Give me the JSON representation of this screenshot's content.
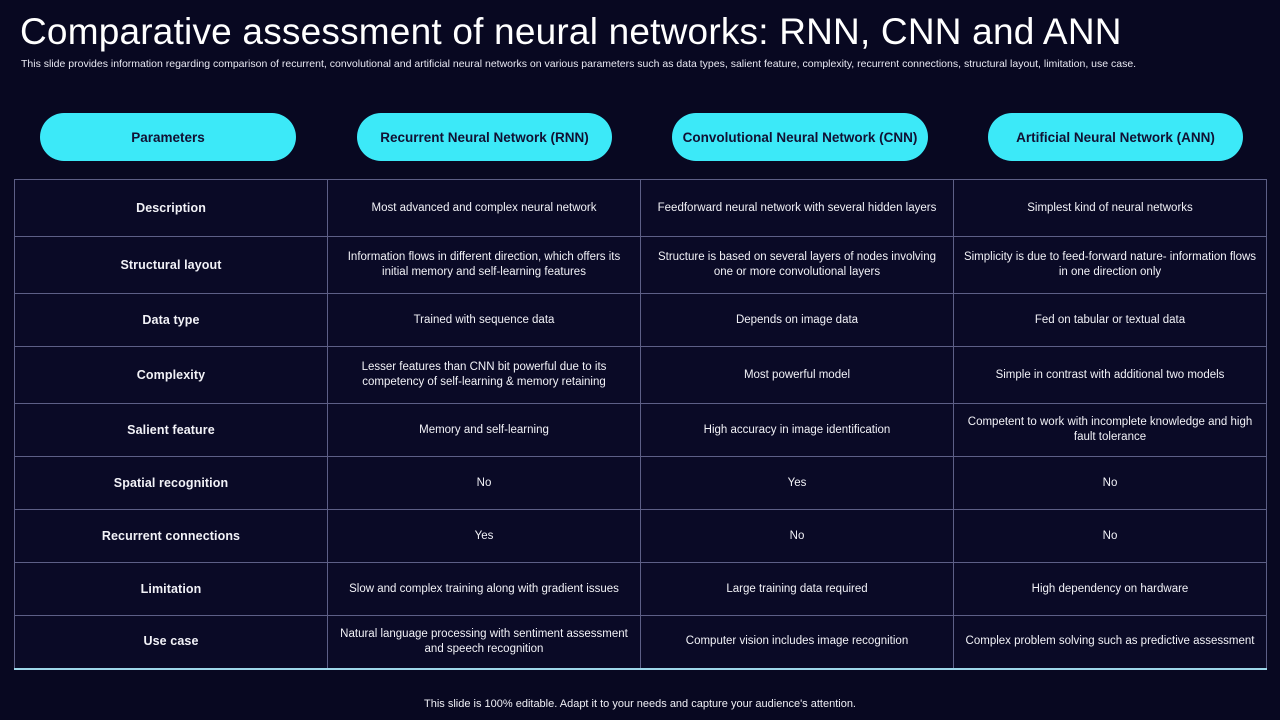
{
  "slide": {
    "title": "Comparative assessment of neural networks: RNN, CNN and ANN",
    "subtitle": "This slide provides information regarding comparison of recurrent, convolutional and artificial neural networks on various parameters such as data types, salient feature, complexity, recurrent connections, structural layout, limitation, use case.",
    "footer": "This slide is 100% editable. Adapt it to your needs and capture your audience's attention.",
    "accent_color": "#3ce9f8",
    "background_color": "#080821",
    "table_border_color": "#5d5f86"
  },
  "headers": [
    {
      "label": "Parameters"
    },
    {
      "label": "Recurrent Neural Network (RNN)"
    },
    {
      "label": "Convolutional Neural Network (CNN)"
    },
    {
      "label": "Artificial Neural Network (ANN)"
    }
  ],
  "rows": [
    {
      "parameter": "Description",
      "rnn": "Most advanced and complex neural network",
      "cnn": "Feedforward neural network with several hidden layers",
      "ann": "Simplest kind of neural networks"
    },
    {
      "parameter": "Structural layout",
      "rnn": "Information flows in different direction, which offers its initial memory and self-learning features",
      "cnn": "Structure is based on several layers of nodes involving one or more convolutional layers",
      "ann": "Simplicity is due to feed-forward nature- information flows in one direction only"
    },
    {
      "parameter": "Data type",
      "rnn": "Trained with sequence data",
      "cnn": "Depends on image data",
      "ann": "Fed on tabular or textual data"
    },
    {
      "parameter": "Complexity",
      "rnn": "Lesser features than CNN bit powerful due to its competency of self-learning & memory retaining",
      "cnn": "Most powerful model",
      "ann": "Simple in contrast with additional two models"
    },
    {
      "parameter": "Salient feature",
      "rnn": "Memory and self-learning",
      "cnn": "High accuracy in image identification",
      "ann": "Competent to work with incomplete knowledge and high fault tolerance"
    },
    {
      "parameter": "Spatial recognition",
      "rnn": "No",
      "cnn": "Yes",
      "ann": "No"
    },
    {
      "parameter": "Recurrent connections",
      "rnn": "Yes",
      "cnn": "No",
      "ann": "No"
    },
    {
      "parameter": "Limitation",
      "rnn": "Slow and complex training along with gradient issues",
      "cnn": "Large training data required",
      "ann": "High dependency on hardware"
    },
    {
      "parameter": "Use case",
      "rnn": "Natural language processing with sentiment assessment and speech recognition",
      "cnn": "Computer vision includes image recognition",
      "ann": "Complex problem solving such as predictive assessment"
    }
  ]
}
